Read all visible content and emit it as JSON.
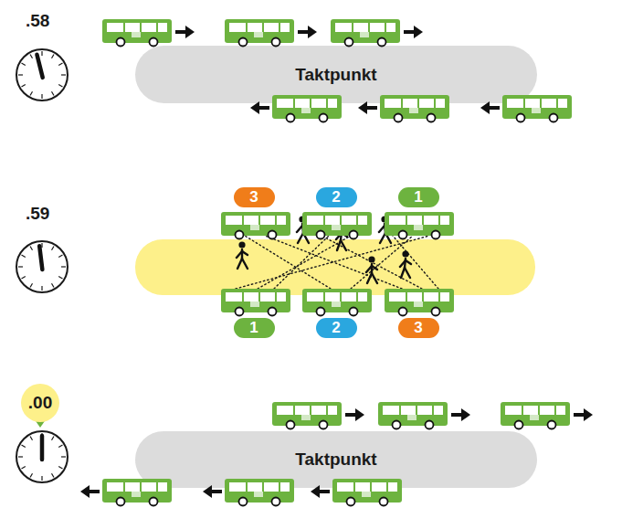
{
  "diagram": {
    "nodes": [
      {
        "text": [
          "Taktpunkt"
        ]
      },
      {
        "text": [
          "3"
        ]
      },
      {
        "text": [
          "2"
        ]
      },
      {
        "text": [
          "1"
        ]
      },
      {
        "text": [
          "1"
        ]
      },
      {
        "text": [
          "2"
        ]
      },
      {
        "text": [
          "3"
        ]
      },
      {
        "text": [
          ".00"
        ]
      },
      {
        "text": [
          "Taktpunkt"
        ]
      }
    ],
    "labels": [
      ".58",
      ".59"
    ]
  }
}
